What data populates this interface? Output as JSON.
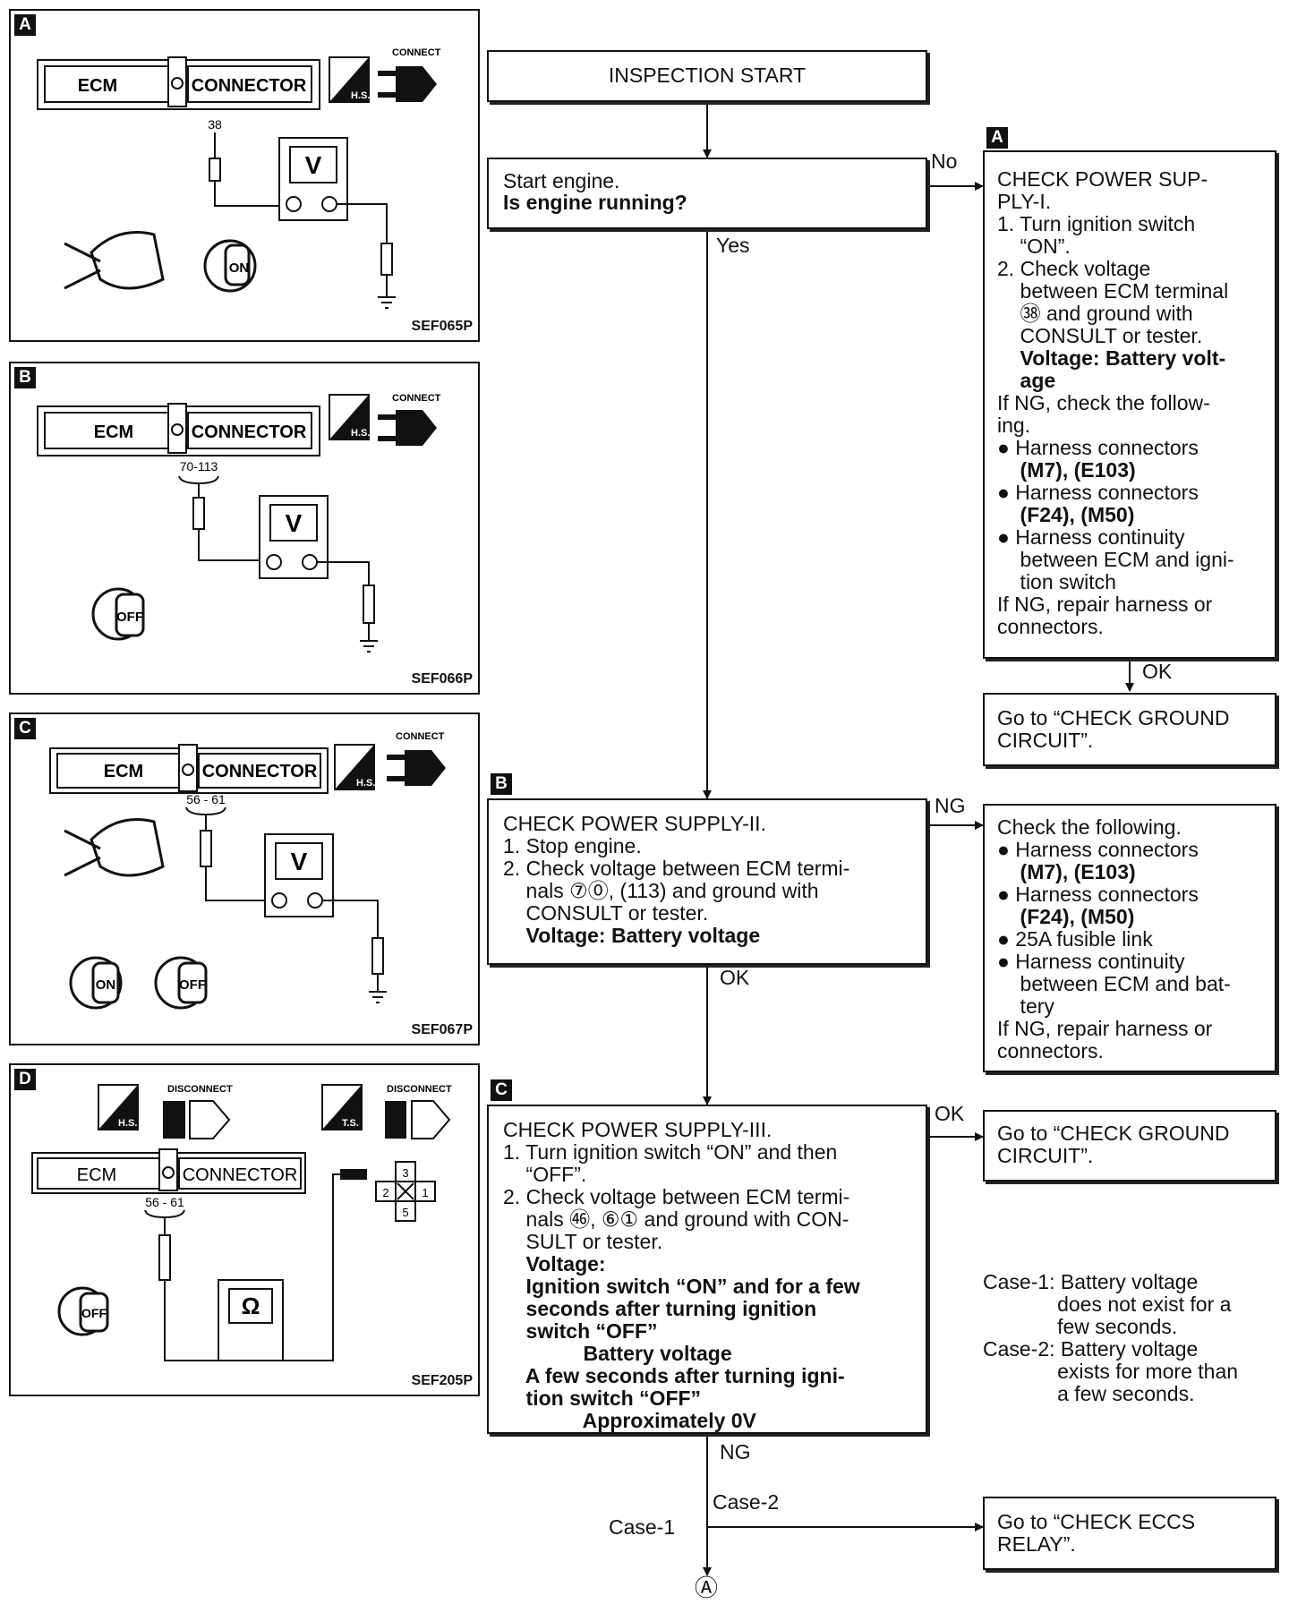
{
  "flow": {
    "start": "INSPECTION START",
    "step1": [
      "Start engine.",
      "Is engine running?"
    ],
    "no_label": "No",
    "yes_label": "Yes",
    "tagA": "A",
    "boxA": [
      "CHECK POWER SUP-",
      "PLY-I.",
      "1. Turn ignition switch",
      "    “ON”.",
      "2. Check voltage",
      "    between ECM terminal",
      "    ㊳ and ground with",
      "    CONSULT or tester.",
      "    Voltage: Battery volt-",
      "    age",
      "If NG, check the follow-",
      "ing.",
      "● Harness connectors",
      "    (M7), (E103)",
      "● Harness connectors",
      "    (F24), (M50)",
      "● Harness continuity",
      "    between ECM and igni-",
      "    tion switch",
      "If NG, repair harness or",
      "connectors."
    ],
    "okA_label": "OK",
    "goto_ground1": [
      "Go to “CHECK GROUND",
      "CIRCUIT”."
    ],
    "tagB": "B",
    "boxB": [
      "CHECK POWER SUPPLY-II.",
      "1. Stop engine.",
      "2. Check voltage between ECM termi-",
      "    nals ⑦⓪, (113) and ground with",
      "    CONSULT or tester.",
      "    Voltage: Battery voltage"
    ],
    "ngB_label": "NG",
    "boxB_ng": [
      "Check the following.",
      "● Harness connectors",
      "    (M7), (E103)",
      "● Harness connectors",
      "    (F24), (M50)",
      "● 25A fusible link",
      "● Harness continuity",
      "    between ECM and bat-",
      "    tery",
      "If NG, repair harness or",
      "connectors."
    ],
    "okB_label": "OK",
    "tagC": "C",
    "boxC": [
      "CHECK POWER SUPPLY-III.",
      "1. Turn ignition switch “ON” and then",
      "    “OFF”.",
      "2. Check voltage between ECM termi-",
      "    nals ㊻, ⑥① and ground with CON-",
      "    SULT or tester.",
      "    Voltage:",
      "    Ignition switch “ON” and for a few",
      "    seconds after turning ignition",
      "    switch “OFF”",
      "              Battery voltage",
      "    A few seconds after turning igni-",
      "    tion switch “OFF”",
      "              Approximately 0V"
    ],
    "okC_label": "OK",
    "goto_ground2": [
      "Go to “CHECK GROUND",
      "CIRCUIT”."
    ],
    "cases": [
      "Case-1: Battery voltage",
      "             does not exist for a",
      "             few seconds.",
      "Case-2: Battery voltage",
      "             exists for more than",
      "             a few seconds."
    ],
    "ngC_label": "NG",
    "case1_label": "Case-1",
    "case2_label": "Case-2",
    "goto_eccs": [
      "Go to “CHECK ECCS",
      "RELAY”."
    ],
    "terminal_A": "Ⓐ"
  },
  "panels": [
    {
      "tag": "A",
      "ecm": "ECM",
      "connector": "CONNECTOR",
      "pins": "38",
      "meter": "V",
      "mode": "CONNECT",
      "code": "SEF065P",
      "keys": [
        "ON"
      ]
    },
    {
      "tag": "B",
      "ecm": "ECM",
      "connector": "CONNECTOR",
      "pins": "70-113",
      "meter": "V",
      "mode": "CONNECT",
      "code": "SEF066P",
      "keys": [
        "OFF"
      ]
    },
    {
      "tag": "C",
      "ecm": "ECM",
      "connector": "CONNECTOR",
      "pins": "56 - 61",
      "meter": "V",
      "mode": "CONNECT",
      "code": "SEF067P",
      "keys": [
        "ON",
        "OFF"
      ]
    },
    {
      "tag": "D",
      "ecm": "ECM",
      "connector": "CONNECTOR",
      "pins": "56 - 61",
      "meter": "Ω",
      "mode": "DISCONNECT",
      "mode2": "DISCONNECT",
      "code": "SEF205P",
      "keys": [
        "OFF"
      ],
      "hs": "H.S.",
      "ts": "T.S.",
      "relay_pins": [
        "3",
        "2",
        "1",
        "5"
      ]
    }
  ],
  "hs_label": "H.S."
}
